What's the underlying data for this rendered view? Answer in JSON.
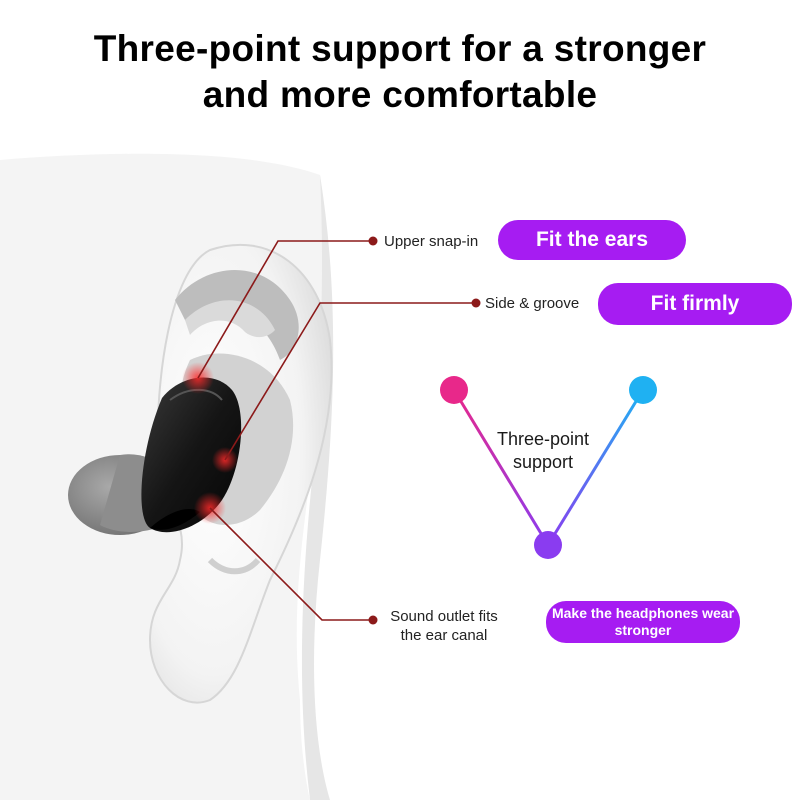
{
  "headline": {
    "line1": "Three-point support for a stronger",
    "line2": "and more comfortable"
  },
  "callouts": [
    {
      "label": "Upper snap-in",
      "badge": "Fit the ears"
    },
    {
      "label": "Side & groove",
      "badge": "Fit firmly"
    },
    {
      "label": "Sound outlet fits the ear canal",
      "badge": "Make the headphones wear stronger"
    }
  ],
  "triangle": {
    "label": "Three-point support",
    "node_colors": [
      "#e8288a",
      "#1fb1f2",
      "#8a3cf0"
    ]
  },
  "colors": {
    "badge": "#a61cf2",
    "leader_line": "#8c1a1a",
    "glow": "#ff2020"
  },
  "icons": [
    "ear-illustration",
    "earbud-image",
    "triangle-diagram"
  ]
}
